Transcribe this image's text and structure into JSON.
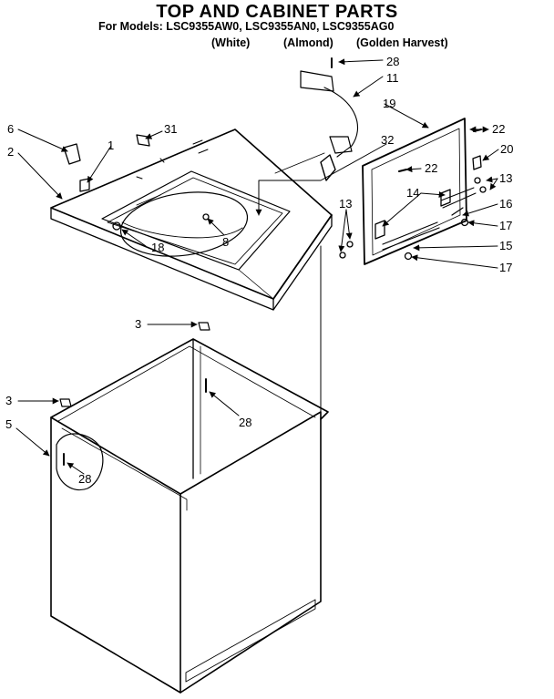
{
  "header": {
    "title": "TOP AND CABINET PARTS",
    "models_line": "For Models: LSC9355AW0, LSC9355AN0, LSC9355AG0",
    "variants": [
      "(White)",
      "(Almond)",
      "(Golden Harvest)"
    ]
  },
  "callouts": {
    "p1": "1",
    "p2": "2",
    "p3a": "3",
    "p3b": "3",
    "p5": "5",
    "p6": "6",
    "p8": "8",
    "p11": "11",
    "p13a": "13",
    "p13b": "13",
    "p14": "14",
    "p15": "15",
    "p16": "16",
    "p17a": "17",
    "p17b": "17",
    "p18": "18",
    "p19": "19",
    "p20": "20",
    "p22a": "22",
    "p22b": "22",
    "p28a": "28",
    "p28b": "28",
    "p28c": "28",
    "p31": "31",
    "p32": "32"
  }
}
